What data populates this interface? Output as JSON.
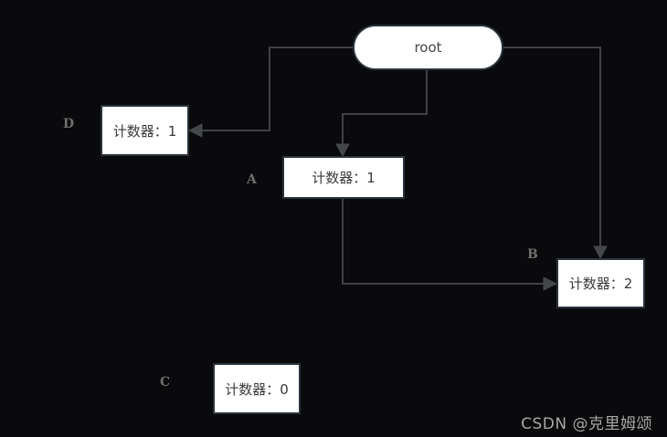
{
  "diagram": {
    "root": {
      "label": "root"
    },
    "nodes": [
      {
        "tag": "D",
        "label": "计数器：1"
      },
      {
        "tag": "A",
        "label": "计数器：1"
      },
      {
        "tag": "B",
        "label": "计数器：2"
      },
      {
        "tag": "C",
        "label": "计数器：0"
      }
    ],
    "edges": [
      {
        "from": "root",
        "to": "D"
      },
      {
        "from": "root",
        "to": "A"
      },
      {
        "from": "root",
        "to": "B"
      },
      {
        "from": "A",
        "to": "B"
      }
    ]
  },
  "watermark": {
    "text": "CSDN @克里姆颂"
  },
  "colors": {
    "background": "#0a0a0c",
    "node_fill": "#ffffff",
    "node_border": "#2b323a",
    "edge_line": "#3f4245",
    "node_text": "#3a3a3a",
    "tag_text": "#6e6e6e",
    "watermark_text": "#a6a6a6"
  }
}
